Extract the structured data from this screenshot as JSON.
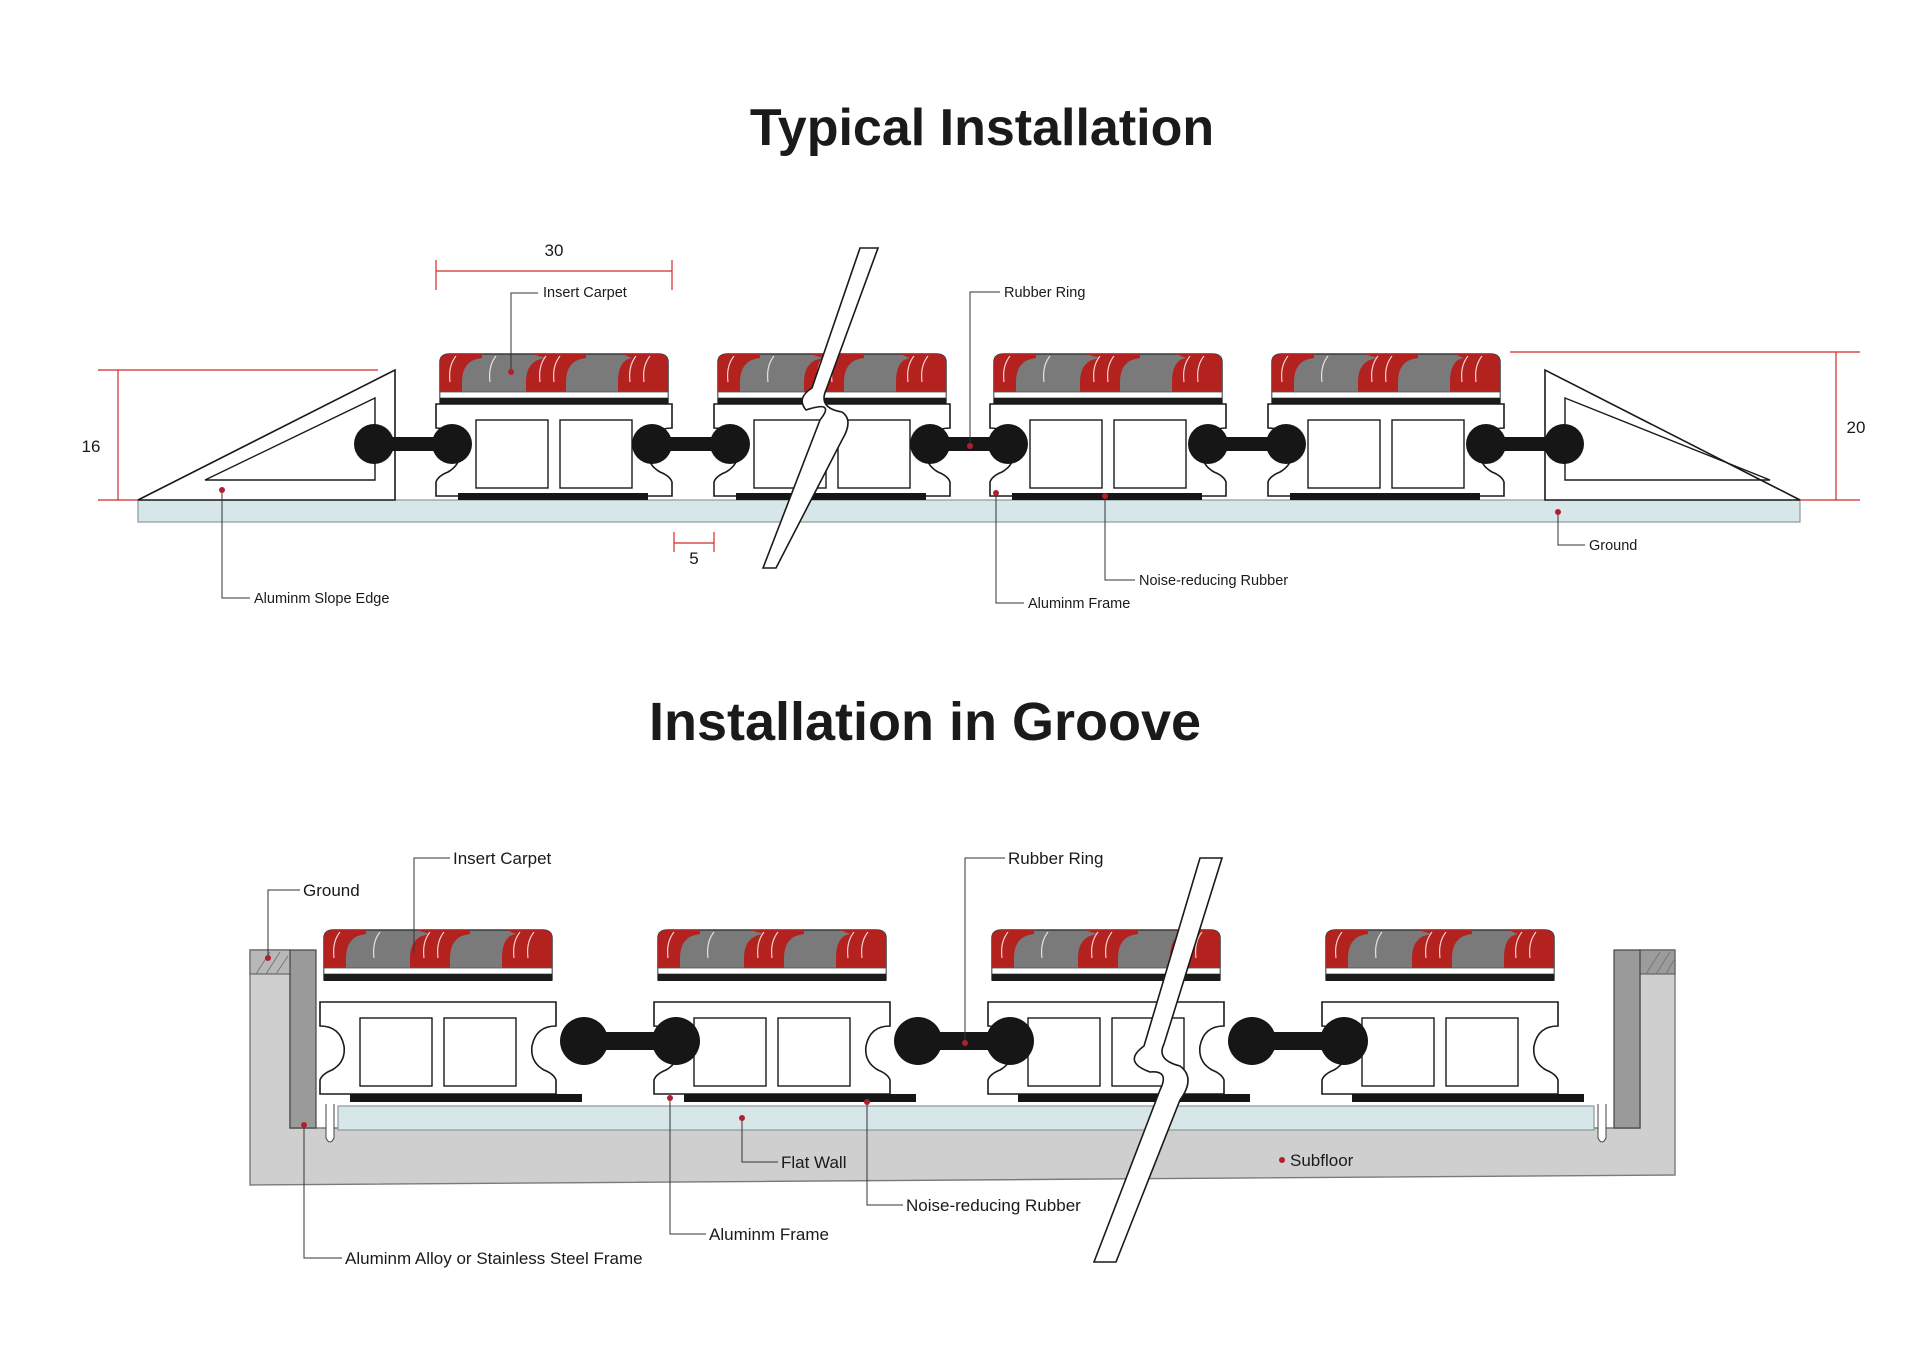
{
  "sections": {
    "typical": {
      "title": "Typical Installation",
      "labels": {
        "insert_carpet": "Insert Carpet",
        "rubber_ring": "Rubber Ring",
        "aluminum_slope_edge": "Aluminm Slope Edge",
        "noise_reducing_rubber": "Noise-reducing Rubber",
        "aluminum_frame": "Aluminm Frame",
        "ground": "Ground"
      },
      "dimensions": {
        "width": "30",
        "gap": "5",
        "height_left": "16",
        "height_right": "20"
      }
    },
    "groove": {
      "title": "Installation in Groove",
      "labels": {
        "insert_carpet": "Insert Carpet",
        "rubber_ring": "Rubber Ring",
        "ground": "Ground",
        "flat_wall": "Flat Wall",
        "subfloor": "Subfloor",
        "noise_reducing_rubber": "Noise-reducing Rubber",
        "aluminum_frame": "Aluminm Frame",
        "frame": "Aluminm Alloy or Stainless Steel Frame"
      }
    }
  },
  "colors": {
    "carpet_red": "#b3221f",
    "carpet_grey": "#7a7a7a",
    "ground_blue": "#d7e6e8",
    "subfloor": "#cfcfcf",
    "frame_grey": "#9a9a9a",
    "rubber_black": "#161616",
    "dimension_red": "#d12a2a"
  }
}
